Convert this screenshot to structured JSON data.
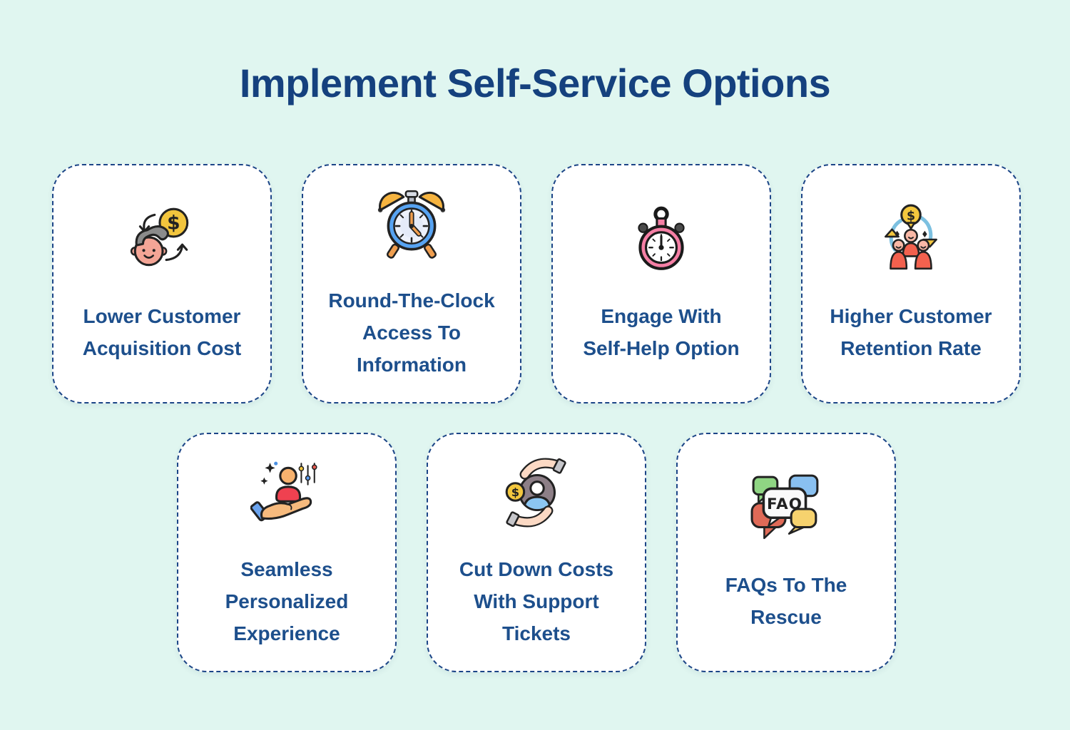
{
  "page": {
    "title": "Implement Self-Service Options",
    "background_color": "#e0f6f0",
    "card_background": "#ffffff",
    "card_border_color": "#1c4587",
    "title_color": "#15417e",
    "label_color": "#1d4f8c"
  },
  "icon_text": {
    "dollar": "$",
    "faq": "FAQ"
  },
  "icon_colors": {
    "coin_yellow": "#f2c53d",
    "skin_peach": "#f4a596",
    "hair_gray": "#8b8b8b",
    "clock_blue": "#57a3f2",
    "bell_orange": "#f6b440",
    "stopwatch_pink": "#f57fa5",
    "people_coral": "#f2614e",
    "arrow_sky_blue": "#7cc0e0",
    "body_red": "#ef4150",
    "hand_peach": "#f6ba7d",
    "cuff_blue": "#6aa3ee",
    "avatar_gray": "#8d7f87",
    "avatar_blue": "#8cc6f2",
    "bubble_green": "#8fd583",
    "bubble_blue": "#89c0f0",
    "bubble_red": "#e06a57",
    "bubble_yellow": "#f6d26e"
  },
  "cards": [
    {
      "label": "Lower Customer\nAcquisition Cost",
      "icon": "person-money-exchange-icon"
    },
    {
      "label": "Round-The-Clock\nAccess To\nInformation",
      "icon": "alarm-clock-icon"
    },
    {
      "label": "Engage With\nSelf-Help Option",
      "icon": "stopwatch-icon"
    },
    {
      "label": "Higher Customer\nRetention Rate",
      "icon": "customer-retention-icon"
    },
    {
      "label": "Seamless\nPersonalized\nExperience",
      "icon": "personalized-experience-icon"
    },
    {
      "label": "Cut Down Costs\nWith Support\nTickets",
      "icon": "support-savings-icon"
    },
    {
      "label": "FAQs To The\nRescue",
      "icon": "faq-bubbles-icon"
    }
  ]
}
